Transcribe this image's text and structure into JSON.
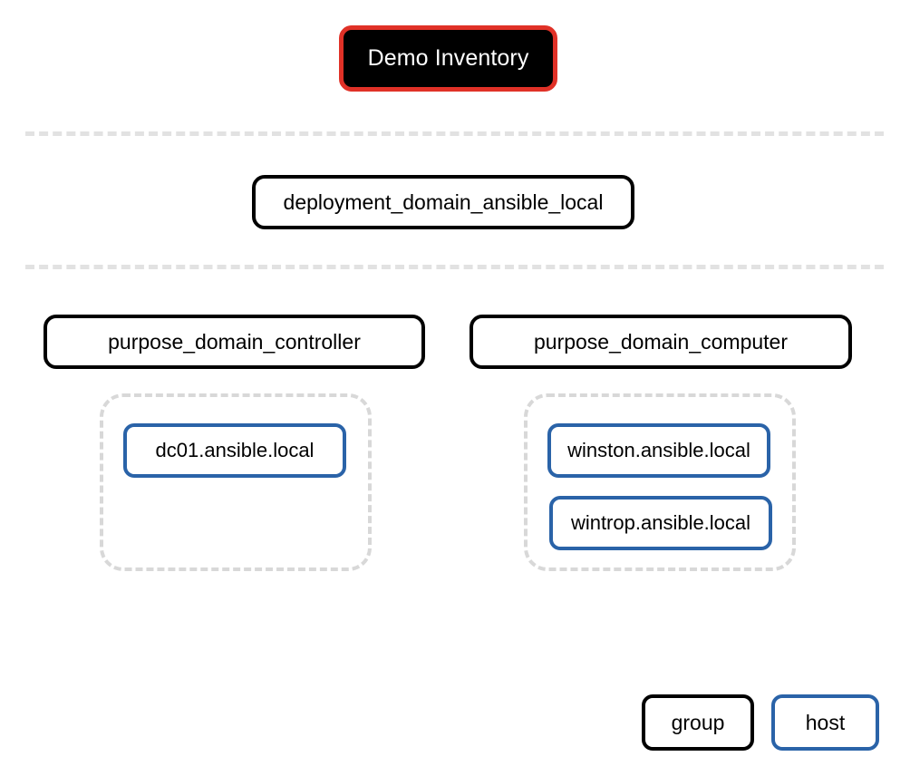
{
  "diagram": {
    "title": "Demo Inventory",
    "root": {
      "label": "Demo Inventory",
      "type": "inventory",
      "fill_color": "#000000",
      "border_color": "#e03127",
      "text_color": "#ffffff"
    },
    "tiers": [
      {
        "name": "deployment-tier",
        "groups": [
          {
            "label": "deployment_domain_ansible_local",
            "type": "group",
            "hosts": []
          }
        ]
      },
      {
        "name": "purpose-tier",
        "groups": [
          {
            "label": "purpose_domain_controller",
            "type": "group",
            "hosts": [
              {
                "label": "dc01.ansible.local",
                "type": "host"
              }
            ]
          },
          {
            "label": "purpose_domain_computer",
            "type": "group",
            "hosts": [
              {
                "label": "winston.ansible.local",
                "type": "host"
              },
              {
                "label": "wintrop.ansible.local",
                "type": "host"
              }
            ]
          }
        ]
      }
    ],
    "legend": [
      {
        "label": "group",
        "border_color": "#000000"
      },
      {
        "label": "host",
        "border_color": "#2a63a8"
      }
    ],
    "colors": {
      "group_border": "#000000",
      "host_border": "#2a63a8",
      "root_border": "#e03127",
      "root_fill": "#000000",
      "separator": "#e2e2e2",
      "host_container_border": "#d8d8d8",
      "background": "#ffffff"
    }
  }
}
